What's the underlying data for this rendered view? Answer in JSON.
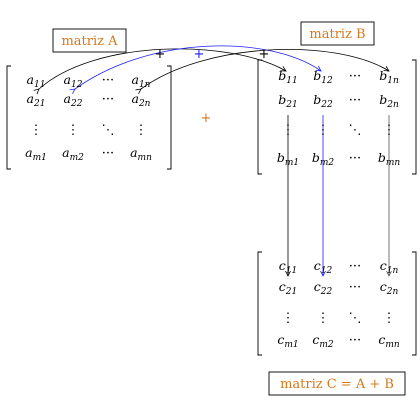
{
  "colors": {
    "orange": "#d2791f",
    "blue": "#1f1fff",
    "black": "#000000",
    "gray": "#555555"
  },
  "labels": {
    "matrix_a": "matriz A",
    "matrix_b": "matriz B",
    "matrix_c": "matriz C = A + B"
  },
  "operators": {
    "center_plus": "+",
    "arc_plus": "+"
  },
  "matrix_a": {
    "rows": [
      [
        "a11",
        "a12",
        "···",
        "a1n"
      ],
      [
        "a21",
        "a22",
        "···",
        "a2n"
      ],
      [
        "⋮",
        "⋮",
        "⋱",
        "⋮"
      ],
      [
        "am1",
        "am2",
        "···",
        "amn"
      ]
    ]
  },
  "matrix_b": {
    "rows": [
      [
        "b11",
        "b12",
        "···",
        "b1n"
      ],
      [
        "b21",
        "b22",
        "···",
        "b2n"
      ],
      [
        "⋮",
        "⋮",
        "⋱",
        "⋮"
      ],
      [
        "bm1",
        "bm2",
        "···",
        "bmn"
      ]
    ]
  },
  "matrix_c": {
    "rows": [
      [
        "c11",
        "c12",
        "···",
        "c1n"
      ],
      [
        "c21",
        "c22",
        "···",
        "c2n"
      ],
      [
        "⋮",
        "⋮",
        "⋱",
        "⋮"
      ],
      [
        "cm1",
        "cm2",
        "···",
        "cmn"
      ]
    ]
  }
}
